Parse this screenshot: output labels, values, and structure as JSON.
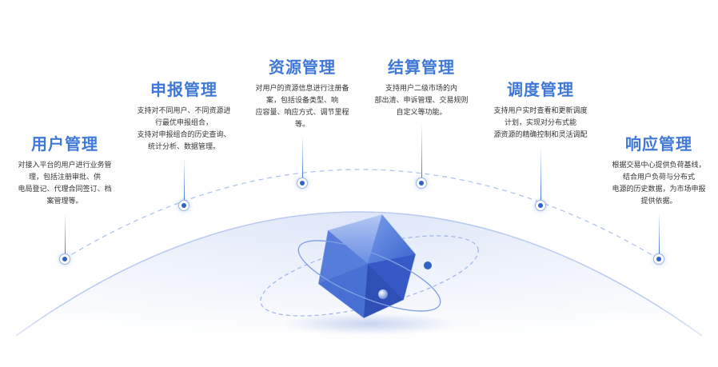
{
  "features": [
    {
      "key": "user",
      "title": "用户管理",
      "desc": "对接入平台的用户进行业务管\n理，包括注册审批、供\n电局登记、代理合同签订、档\n案管理等。"
    },
    {
      "key": "report",
      "title": "申报管理",
      "desc": "支持对不同用户、不同资源进\n行最优申报组合，\n支持对申报组合的历史查询、\n统计分析、数据管理。"
    },
    {
      "key": "resource",
      "title": "资源管理",
      "desc": "对用户的资源信息进行注册备\n案，包括设备类型、响\n应容量、响应方式、调节里程\n等。"
    },
    {
      "key": "settlement",
      "title": "结算管理",
      "desc": "支持用户二级市场的内\n部出清、申诉管理、交易规则\n自定义等功能。"
    },
    {
      "key": "dispatch",
      "title": "调度管理",
      "desc": "支持用户实时查看和更新调度\n计划，实现对分布式能\n源资源的精确控制和灵活调配"
    },
    {
      "key": "response",
      "title": "响应管理",
      "desc": "根据交易中心提供负荷基线，\n结合用户负荷与分布式\n电源的历史数据，为市场申报\n提供依据。"
    }
  ],
  "colors": {
    "accent": "#3f78d6",
    "node": "#2f62c2",
    "text": "#333333",
    "arc": "#a9c0ea"
  }
}
